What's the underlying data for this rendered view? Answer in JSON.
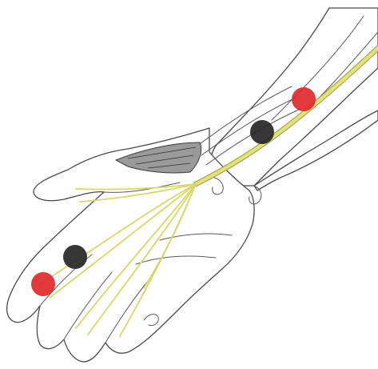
{
  "colors": {
    "background": "#ffffff",
    "outline": "#4a4a4a",
    "nerve": "#e2e27a",
    "nerve_edge": "#9c9c3e",
    "red_marker": "#e0282c",
    "black_marker": "#262626",
    "tendon": "#9a9a9a"
  },
  "markers": [
    {
      "name": "proximal-red-marker",
      "color": "red"
    },
    {
      "name": "proximal-black-marker",
      "color": "black"
    },
    {
      "name": "distal-black-marker",
      "color": "black"
    },
    {
      "name": "distal-red-marker",
      "color": "red"
    }
  ]
}
